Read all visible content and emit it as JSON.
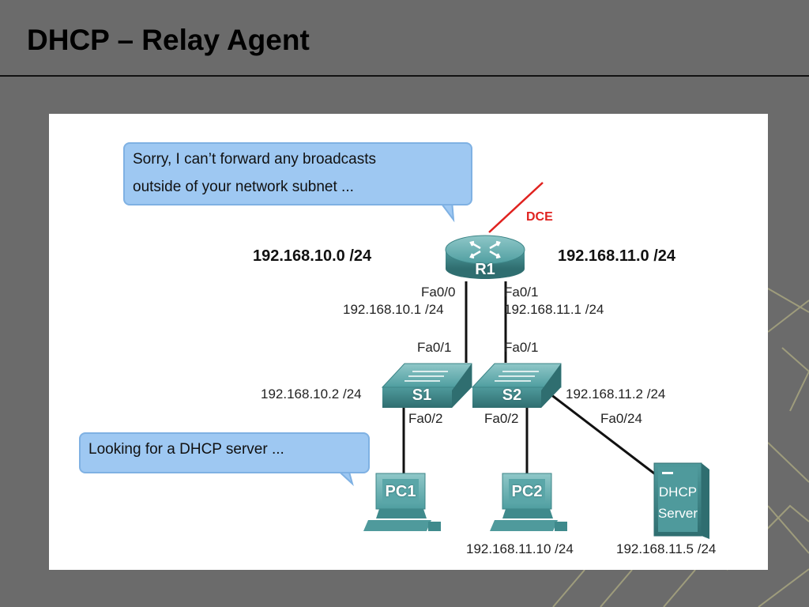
{
  "slide": {
    "title": "DHCP – Relay Agent"
  },
  "diagram": {
    "bubble_router_line1": "Sorry, I can’t forward any broadcasts",
    "bubble_router_line2": "outside of your network subnet ...",
    "bubble_pc": "Looking for a DHCP server ...",
    "dce": "DCE",
    "left_network": "192.168.10.0 /24",
    "right_network": "192.168.11.0 /24",
    "router": {
      "name": "R1",
      "left_if": "Fa0/0",
      "left_ip": "192.168.10.1 /24",
      "right_if": "Fa0/1",
      "right_ip": "192.168.11.1 /24"
    },
    "s1": {
      "name": "S1",
      "uplink_if": "Fa0/1",
      "ip": "192.168.10.2 /24",
      "down_if": "Fa0/2"
    },
    "s2": {
      "name": "S2",
      "uplink_if": "Fa0/1",
      "ip": "192.168.11.2 /24",
      "down_if": "Fa0/2",
      "server_if": "Fa0/24"
    },
    "pc1": {
      "name": "PC1"
    },
    "pc2": {
      "name": "PC2",
      "ip": "192.168.11.10 /24"
    },
    "server": {
      "line1": "DHCP",
      "line2": "Server",
      "ip": "192.168.11.5 /24"
    }
  },
  "colors": {
    "background": "#6b6b6b",
    "bubble": "#9ec8f2",
    "device": "#3f8a8c",
    "dce_link": "#e0221f"
  }
}
